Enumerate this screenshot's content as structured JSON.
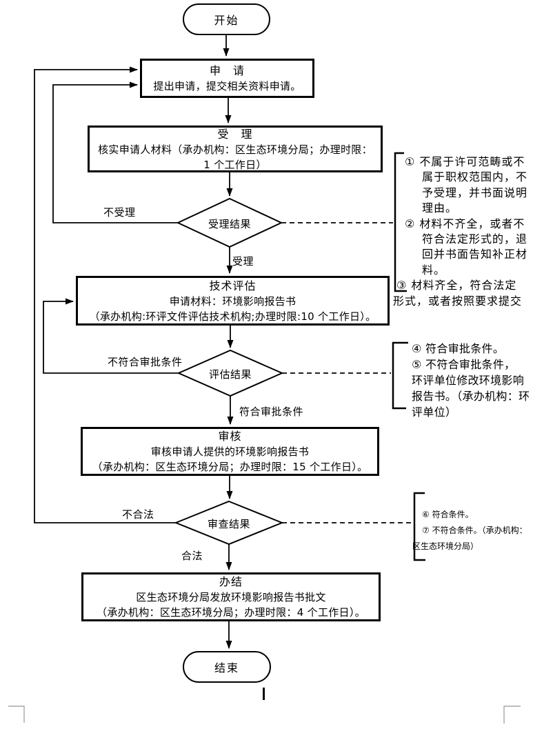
{
  "colors": {
    "ink": "#000000",
    "shape_fill": "#ffffff",
    "corner_mark": "#a6a6a6"
  },
  "flowchart": {
    "start_label": "开始",
    "end_label": "结束",
    "apply": {
      "title": "申　请",
      "line1": "提出申请，提交相关资料申请。"
    },
    "accept": {
      "title": "受　理",
      "line1": "核实申请人材料（承办机构：区生态环境分局；办理时限：",
      "line2": "1 个工作日）"
    },
    "accept_result": {
      "label": "受理结果",
      "no_label": "不受理",
      "yes_label": "受理"
    },
    "evaluate": {
      "title": "技术评估",
      "line1": "申请材料：环境影响报告书",
      "line2": "（承办机构:环评文件评估技术机构;办理时限:10 个工作日）。"
    },
    "evaluate_result": {
      "label": "评估结果",
      "no_label": "不符合审批条件",
      "yes_label": "符合审批条件"
    },
    "review": {
      "title": "审核",
      "line1": "审核申请人提供的环境影响报告书",
      "line2": "（承办机构：区生态环境分局；办理时限：15 个工作日）。"
    },
    "review_result": {
      "label": "审查结果",
      "no_label": "不合法",
      "yes_label": "合法"
    },
    "finish": {
      "title": "办结",
      "line1": "区生态环境分局发放环境影响报告书批文",
      "line2": "（承办机构：区生态环境分局；办理时限：4 个工作日）。"
    }
  },
  "notes": {
    "note1": {
      "lines": [
        "① 不属于许可范畴或不",
        "属于职权范围内，不",
        "予受理，并书面说明",
        "理由。",
        "② 材料不齐全，或者不",
        "符合法定形式的，退",
        "回并书面告知补正材",
        "料。",
        "③ 材料齐全，符合法定",
        "形式，或者按照要求提交"
      ]
    },
    "note2": {
      "lines": [
        "④ 符合审批条件。",
        "⑤ 不符合审批条件，",
        "环评单位修改环境影响",
        "报告书。（承办机构：环",
        "评单位）"
      ]
    },
    "note3": {
      "lines": [
        "⑥ 符合条件。",
        "⑦ 不符合条件。（承办机构：",
        "区生态环境分局）"
      ]
    }
  }
}
